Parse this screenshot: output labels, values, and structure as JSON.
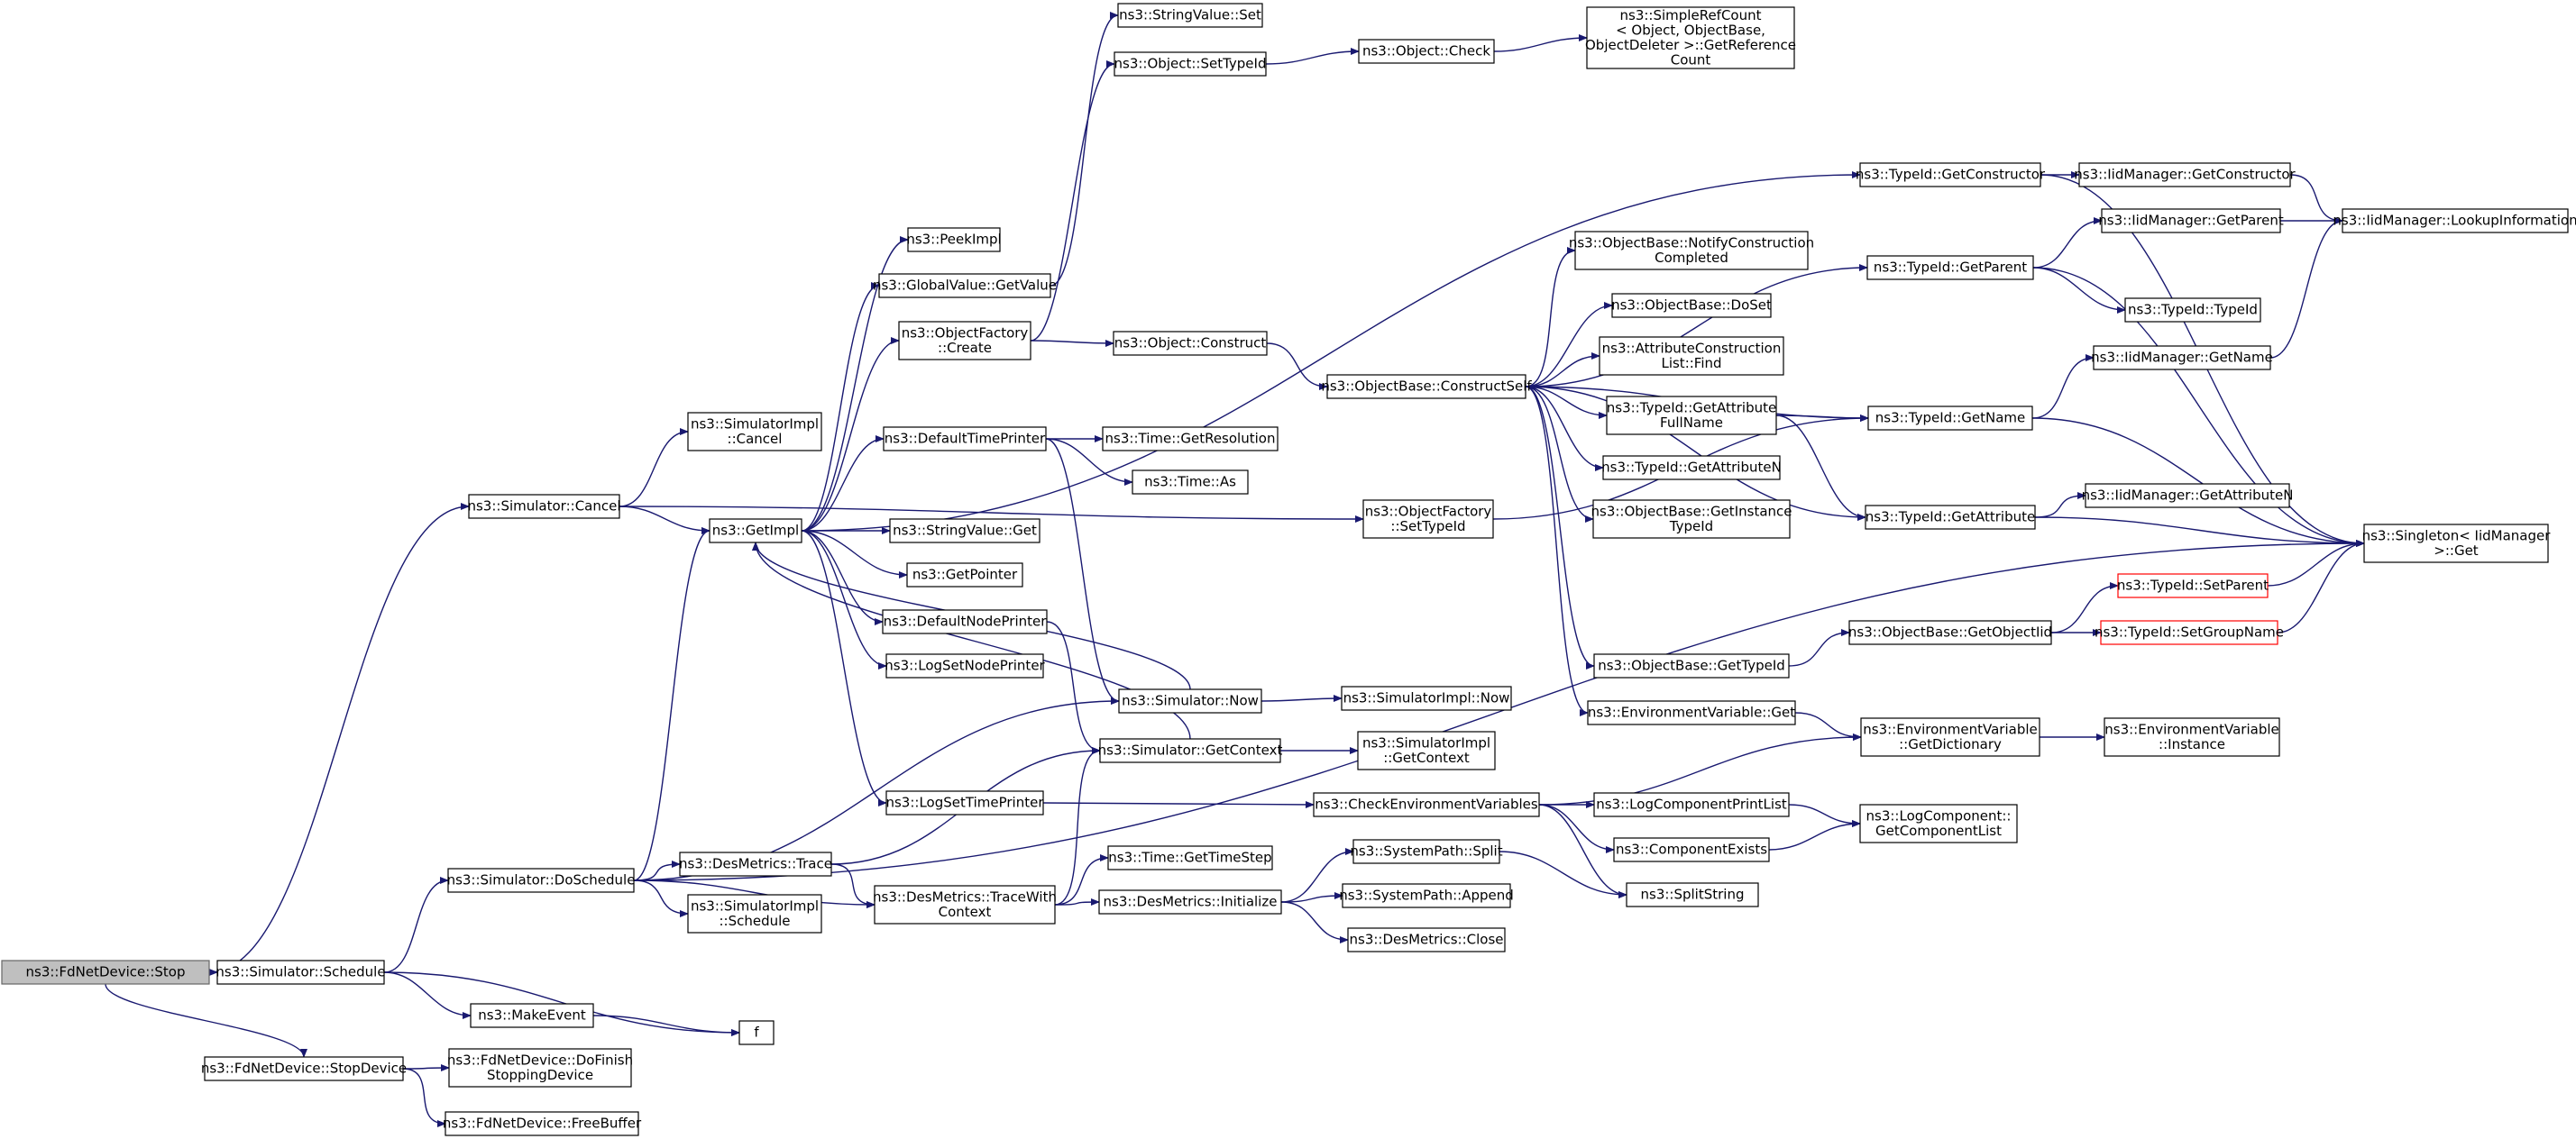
{
  "nodes": [
    {
      "id": "stop",
      "lines": [
        "ns3::FdNetDevice::Stop"
      ],
      "kind": "root"
    },
    {
      "id": "sim_cancel",
      "lines": [
        "ns3::Simulator::Cancel"
      ]
    },
    {
      "id": "sim_schedule",
      "lines": [
        "ns3::Simulator::Schedule"
      ]
    },
    {
      "id": "stopdevice",
      "lines": [
        "ns3::FdNetDevice::StopDevice"
      ]
    },
    {
      "id": "simimpl_cancel",
      "lines": [
        "ns3::SimulatorImpl",
        "::Cancel"
      ]
    },
    {
      "id": "getimpl",
      "lines": [
        "ns3::GetImpl"
      ]
    },
    {
      "id": "doschedule",
      "lines": [
        "ns3::Simulator::DoSchedule"
      ]
    },
    {
      "id": "makeevent",
      "lines": [
        "ns3::MakeEvent"
      ]
    },
    {
      "id": "f",
      "lines": [
        "f"
      ]
    },
    {
      "id": "dofinish",
      "lines": [
        "ns3::FdNetDevice::DoFinish",
        "StoppingDevice"
      ]
    },
    {
      "id": "freebuffer",
      "lines": [
        "ns3::FdNetDevice::FreeBuffer"
      ]
    },
    {
      "id": "peekimpl",
      "lines": [
        "ns3::PeekImpl"
      ]
    },
    {
      "id": "gv_getvalue",
      "lines": [
        "ns3::GlobalValue::GetValue"
      ]
    },
    {
      "id": "of_create",
      "lines": [
        "ns3::ObjectFactory",
        "::Create"
      ]
    },
    {
      "id": "defaulttimeprinter",
      "lines": [
        "ns3::DefaultTimePrinter"
      ]
    },
    {
      "id": "stringvalue_get",
      "lines": [
        "ns3::StringValue::Get"
      ]
    },
    {
      "id": "getpointer",
      "lines": [
        "ns3::GetPointer"
      ]
    },
    {
      "id": "defaultnodeprinter",
      "lines": [
        "ns3::DefaultNodePrinter"
      ]
    },
    {
      "id": "logsetnodeprinter",
      "lines": [
        "ns3::LogSetNodePrinter"
      ]
    },
    {
      "id": "logsettimeprinter",
      "lines": [
        "ns3::LogSetTimePrinter"
      ]
    },
    {
      "id": "des_trace",
      "lines": [
        "ns3::DesMetrics::Trace"
      ]
    },
    {
      "id": "simimpl_schedule",
      "lines": [
        "ns3::SimulatorImpl",
        "::Schedule"
      ]
    },
    {
      "id": "des_tracewith",
      "lines": [
        "ns3::DesMetrics::TraceWith",
        "Context"
      ]
    },
    {
      "id": "stringvalue_set",
      "lines": [
        "ns3::StringValue::Set"
      ]
    },
    {
      "id": "obj_settypeid",
      "lines": [
        "ns3::Object::SetTypeId"
      ]
    },
    {
      "id": "obj_construct",
      "lines": [
        "ns3::Object::Construct"
      ]
    },
    {
      "id": "time_getres",
      "lines": [
        "ns3::Time::GetResolution"
      ]
    },
    {
      "id": "time_as",
      "lines": [
        "ns3::Time::As"
      ]
    },
    {
      "id": "sim_now",
      "lines": [
        "ns3::Simulator::Now"
      ]
    },
    {
      "id": "sim_getcontext",
      "lines": [
        "ns3::Simulator::GetContext"
      ]
    },
    {
      "id": "time_gettimestep",
      "lines": [
        "ns3::Time::GetTimeStep"
      ]
    },
    {
      "id": "des_init",
      "lines": [
        "ns3::DesMetrics::Initialize"
      ]
    },
    {
      "id": "obj_check",
      "lines": [
        "ns3::Object::Check"
      ]
    },
    {
      "id": "simplerefcount",
      "lines": [
        "ns3::SimpleRefCount",
        "< Object, ObjectBase,",
        "ObjectDeleter >::GetReference",
        "Count"
      ]
    },
    {
      "id": "of_settypeid",
      "lines": [
        "ns3::ObjectFactory",
        "::SetTypeId"
      ]
    },
    {
      "id": "ob_constructself",
      "lines": [
        "ns3::ObjectBase::ConstructSelf"
      ]
    },
    {
      "id": "simimpl_now",
      "lines": [
        "ns3::SimulatorImpl::Now"
      ]
    },
    {
      "id": "simimpl_getcontext",
      "lines": [
        "ns3::SimulatorImpl",
        "::GetContext"
      ]
    },
    {
      "id": "checkenv",
      "lines": [
        "ns3::CheckEnvironmentVariables"
      ]
    },
    {
      "id": "sp_split",
      "lines": [
        "ns3::SystemPath::Split"
      ]
    },
    {
      "id": "sp_append",
      "lines": [
        "ns3::SystemPath::Append"
      ]
    },
    {
      "id": "des_close",
      "lines": [
        "ns3::DesMetrics::Close"
      ]
    },
    {
      "id": "ob_notify",
      "lines": [
        "ns3::ObjectBase::NotifyConstruction",
        "Completed"
      ]
    },
    {
      "id": "ob_doset",
      "lines": [
        "ns3::ObjectBase::DoSet"
      ]
    },
    {
      "id": "acl_find",
      "lines": [
        "ns3::AttributeConstruction",
        "List::Find"
      ]
    },
    {
      "id": "tid_getattrfull",
      "lines": [
        "ns3::TypeId::GetAttribute",
        "FullName"
      ]
    },
    {
      "id": "tid_getattrn",
      "lines": [
        "ns3::TypeId::GetAttributeN"
      ]
    },
    {
      "id": "ob_getinstance",
      "lines": [
        "ns3::ObjectBase::GetInstance",
        "TypeId"
      ]
    },
    {
      "id": "ob_gettypeid",
      "lines": [
        "ns3::ObjectBase::GetTypeId"
      ]
    },
    {
      "id": "env_get",
      "lines": [
        "ns3::EnvironmentVariable::Get"
      ]
    },
    {
      "id": "logcompprintlist",
      "lines": [
        "ns3::LogComponentPrintList"
      ]
    },
    {
      "id": "compexists",
      "lines": [
        "ns3::ComponentExists"
      ]
    },
    {
      "id": "splitstring",
      "lines": [
        "ns3::SplitString"
      ]
    },
    {
      "id": "tid_getconstructor",
      "lines": [
        "ns3::TypeId::GetConstructor"
      ]
    },
    {
      "id": "tid_getparent",
      "lines": [
        "ns3::TypeId::GetParent"
      ]
    },
    {
      "id": "tid_typeid",
      "lines": [
        "ns3::TypeId::TypeId"
      ]
    },
    {
      "id": "tid_getname",
      "lines": [
        "ns3::TypeId::GetName"
      ]
    },
    {
      "id": "tid_getattribute",
      "lines": [
        "ns3::TypeId::GetAttribute"
      ]
    },
    {
      "id": "ob_getobjectiid",
      "lines": [
        "ns3::ObjectBase::GetObjectIid"
      ]
    },
    {
      "id": "env_getdict",
      "lines": [
        "ns3::EnvironmentVariable",
        "::GetDictionary"
      ]
    },
    {
      "id": "logcomp_getlist",
      "lines": [
        "ns3::LogComponent::",
        "GetComponentList"
      ]
    },
    {
      "id": "iid_getconstructor",
      "lines": [
        "ns3::IidManager::GetConstructor"
      ]
    },
    {
      "id": "iid_getparent",
      "lines": [
        "ns3::IidManager::GetParent"
      ]
    },
    {
      "id": "iid_getname",
      "lines": [
        "ns3::IidManager::GetName"
      ]
    },
    {
      "id": "iid_getattrn",
      "lines": [
        "ns3::IidManager::GetAttributeN"
      ]
    },
    {
      "id": "tid_setparent",
      "lines": [
        "ns3::TypeId::SetParent"
      ],
      "kind": "red"
    },
    {
      "id": "tid_setgroupname",
      "lines": [
        "ns3::TypeId::SetGroupName"
      ],
      "kind": "red"
    },
    {
      "id": "env_instance",
      "lines": [
        "ns3::EnvironmentVariable",
        "::Instance"
      ]
    },
    {
      "id": "iid_lookup",
      "lines": [
        "ns3::IidManager::LookupInformation"
      ]
    },
    {
      "id": "singleton_get",
      "lines": [
        "ns3::Singleton< IidManager",
        ">::Get"
      ]
    }
  ],
  "edges": [
    [
      "stop",
      "sim_cancel"
    ],
    [
      "stop",
      "sim_schedule"
    ],
    [
      "stop",
      "stopdevice"
    ],
    [
      "sim_cancel",
      "simimpl_cancel"
    ],
    [
      "sim_cancel",
      "getimpl"
    ],
    [
      "sim_cancel",
      "of_settypeid"
    ],
    [
      "sim_schedule",
      "doschedule"
    ],
    [
      "sim_schedule",
      "makeevent"
    ],
    [
      "sim_schedule",
      "f"
    ],
    [
      "makeevent",
      "f"
    ],
    [
      "stopdevice",
      "dofinish"
    ],
    [
      "stopdevice",
      "freebuffer"
    ],
    [
      "doschedule",
      "getimpl"
    ],
    [
      "doschedule",
      "sim_now"
    ],
    [
      "doschedule",
      "des_trace"
    ],
    [
      "doschedule",
      "simimpl_schedule"
    ],
    [
      "doschedule",
      "des_tracewith"
    ],
    [
      "doschedule",
      "singleton_get"
    ],
    [
      "getimpl",
      "peekimpl"
    ],
    [
      "getimpl",
      "gv_getvalue"
    ],
    [
      "getimpl",
      "of_create"
    ],
    [
      "getimpl",
      "defaulttimeprinter"
    ],
    [
      "getimpl",
      "stringvalue_get"
    ],
    [
      "getimpl",
      "getpointer"
    ],
    [
      "getimpl",
      "defaultnodeprinter"
    ],
    [
      "getimpl",
      "logsetnodeprinter"
    ],
    [
      "getimpl",
      "logsettimeprinter"
    ],
    [
      "getimpl",
      "tid_getconstructor"
    ],
    [
      "gv_getvalue",
      "stringvalue_set"
    ],
    [
      "of_create",
      "obj_settypeid"
    ],
    [
      "of_create",
      "obj_construct"
    ],
    [
      "defaulttimeprinter",
      "time_getres"
    ],
    [
      "defaulttimeprinter",
      "time_as"
    ],
    [
      "defaulttimeprinter",
      "sim_now"
    ],
    [
      "defaultnodeprinter",
      "sim_getcontext"
    ],
    [
      "logsettimeprinter",
      "checkenv"
    ],
    [
      "sim_now",
      "getimpl"
    ],
    [
      "sim_now",
      "simimpl_now"
    ],
    [
      "sim_getcontext",
      "getimpl"
    ],
    [
      "sim_getcontext",
      "simimpl_getcontext"
    ],
    [
      "des_trace",
      "sim_getcontext"
    ],
    [
      "des_trace",
      "des_tracewith"
    ],
    [
      "des_tracewith",
      "sim_getcontext"
    ],
    [
      "des_tracewith",
      "time_gettimestep"
    ],
    [
      "des_tracewith",
      "des_init"
    ],
    [
      "des_init",
      "sp_split"
    ],
    [
      "des_init",
      "sp_append"
    ],
    [
      "des_init",
      "des_close"
    ],
    [
      "obj_settypeid",
      "obj_check"
    ],
    [
      "obj_check",
      "simplerefcount"
    ],
    [
      "obj_construct",
      "ob_constructself"
    ],
    [
      "of_settypeid",
      "tid_getname"
    ],
    [
      "ob_constructself",
      "ob_notify"
    ],
    [
      "ob_constructself",
      "ob_doset"
    ],
    [
      "ob_constructself",
      "acl_find"
    ],
    [
      "ob_constructself",
      "tid_getattrfull"
    ],
    [
      "ob_constructself",
      "tid_getattrn"
    ],
    [
      "ob_constructself",
      "ob_getinstance"
    ],
    [
      "ob_constructself",
      "ob_gettypeid"
    ],
    [
      "ob_constructself",
      "env_get"
    ],
    [
      "ob_constructself",
      "tid_getparent"
    ],
    [
      "ob_constructself",
      "tid_getname"
    ],
    [
      "ob_constructself",
      "tid_getattribute"
    ],
    [
      "tid_getattrfull",
      "tid_getname"
    ],
    [
      "tid_getattrfull",
      "tid_getattribute"
    ],
    [
      "ob_gettypeid",
      "ob_getobjectiid"
    ],
    [
      "env_get",
      "env_getdict"
    ],
    [
      "checkenv",
      "env_getdict"
    ],
    [
      "checkenv",
      "logcompprintlist"
    ],
    [
      "checkenv",
      "compexists"
    ],
    [
      "checkenv",
      "splitstring"
    ],
    [
      "logcompprintlist",
      "logcomp_getlist"
    ],
    [
      "compexists",
      "logcomp_getlist"
    ],
    [
      "sp_split",
      "splitstring"
    ],
    [
      "tid_getconstructor",
      "iid_getconstructor"
    ],
    [
      "tid_getconstructor",
      "singleton_get"
    ],
    [
      "tid_getparent",
      "iid_getparent"
    ],
    [
      "tid_getparent",
      "tid_typeid"
    ],
    [
      "tid_getparent",
      "singleton_get"
    ],
    [
      "tid_getname",
      "iid_getname"
    ],
    [
      "tid_getname",
      "singleton_get"
    ],
    [
      "tid_getattribute",
      "iid_getattrn"
    ],
    [
      "tid_getattribute",
      "singleton_get"
    ],
    [
      "ob_getobjectiid",
      "tid_setparent"
    ],
    [
      "ob_getobjectiid",
      "tid_setgroupname"
    ],
    [
      "tid_setparent",
      "singleton_get"
    ],
    [
      "tid_setgroupname",
      "singleton_get"
    ],
    [
      "env_getdict",
      "env_instance"
    ],
    [
      "iid_getconstructor",
      "iid_lookup"
    ],
    [
      "iid_getparent",
      "iid_lookup"
    ],
    [
      "iid_getname",
      "iid_lookup"
    ]
  ],
  "colors": {
    "edge": "#191970",
    "node_border": "#000000",
    "root_fill": "#bfbfbf",
    "highlight_border": "#ff0000"
  }
}
